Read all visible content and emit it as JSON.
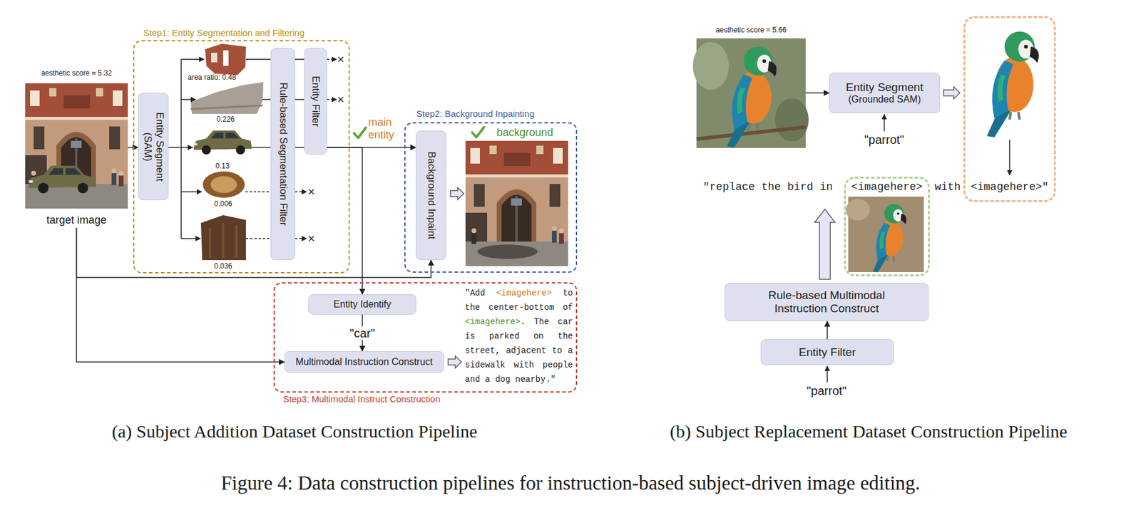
{
  "diagram": {
    "caption": "Figure 4: Data construction pipelines for instruction-based subject-driven image editing.",
    "nodes": [
      {
        "text": [
          "aesthetic score = 5.32",
          "target image"
        ]
      },
      {
        "text": [
          "Step1: Entity Segmentation and Filtering"
        ]
      },
      {
        "text": [
          "Entity Segment (SAM)"
        ],
        "in": 1
      },
      {
        "text": [
          "Rule-based Segmentation Filter"
        ],
        "in": 1
      },
      {
        "text": [
          "Entity Filter"
        ],
        "in": 1
      },
      {
        "text": [
          "Step2: Background Inpainting"
        ]
      },
      {
        "text": [
          "Background Inpaint"
        ],
        "in": 5
      },
      {
        "text": [
          "Step3: Multimodal Instruct Construction"
        ]
      },
      {
        "text": [
          "Entity Identify"
        ],
        "in": 7
      },
      {
        "text": [
          "Multimodal Instruction Construct"
        ],
        "in": 7
      },
      {
        "text": [
          "aesthetic score = 5.66"
        ]
      },
      {
        "text": [
          "Entity Segment",
          "(Grounded SAM)"
        ]
      },
      {
        "text": [
          "<imagehere>\""
        ]
      },
      {
        "text": [
          "<imagehere>"
        ]
      },
      {
        "text": [
          "Rule-based Multimodal Instruction Construct"
        ]
      },
      {
        "text": [
          "Entity Filter"
        ]
      }
    ],
    "edges": [
      {
        "from": 0,
        "to": 2,
        "arrow": "to"
      },
      {
        "from": 3,
        "to": 4,
        "arrow": "none"
      },
      {
        "from": 3,
        "to": 4,
        "arrow": "none"
      },
      {
        "from": 3,
        "to": 4,
        "arrow": "none"
      },
      {
        "from": 4,
        "to": 6,
        "arrow": "to"
      },
      {
        "from": 4,
        "to": 8,
        "arrow": "to"
      },
      {
        "from": 0,
        "to": 6,
        "arrow": "to"
      },
      {
        "from": 0,
        "to": 9,
        "arrow": "to"
      },
      {
        "from": 8,
        "to": 9,
        "label": "\"car\"",
        "arrow": "to"
      },
      {
        "from": 10,
        "to": 11,
        "arrow": "to"
      },
      {
        "from": 11,
        "to": 12,
        "arrow": "to"
      },
      {
        "from": 15,
        "to": 14,
        "arrow": "to"
      },
      {
        "from": 14,
        "to": 13,
        "arrow": "to"
      }
    ],
    "labels": [
      "area ratio: 0.48",
      "0.226",
      "0.13",
      "0.006",
      "0.036",
      "main entity",
      "background",
      "\"Add <imagehere> to the center-bottom of <imagehere>. The car is parked on the street, adjacent to a sidewalk with people and a dog nearby.\"",
      "\"parrot\"",
      "\"replace the bird in",
      "with",
      "\"parrot\"",
      "(a) Subject Addition Dataset Construction Pipeline",
      "(b) Subject Replacement Dataset Construction Pipeline"
    ]
  }
}
